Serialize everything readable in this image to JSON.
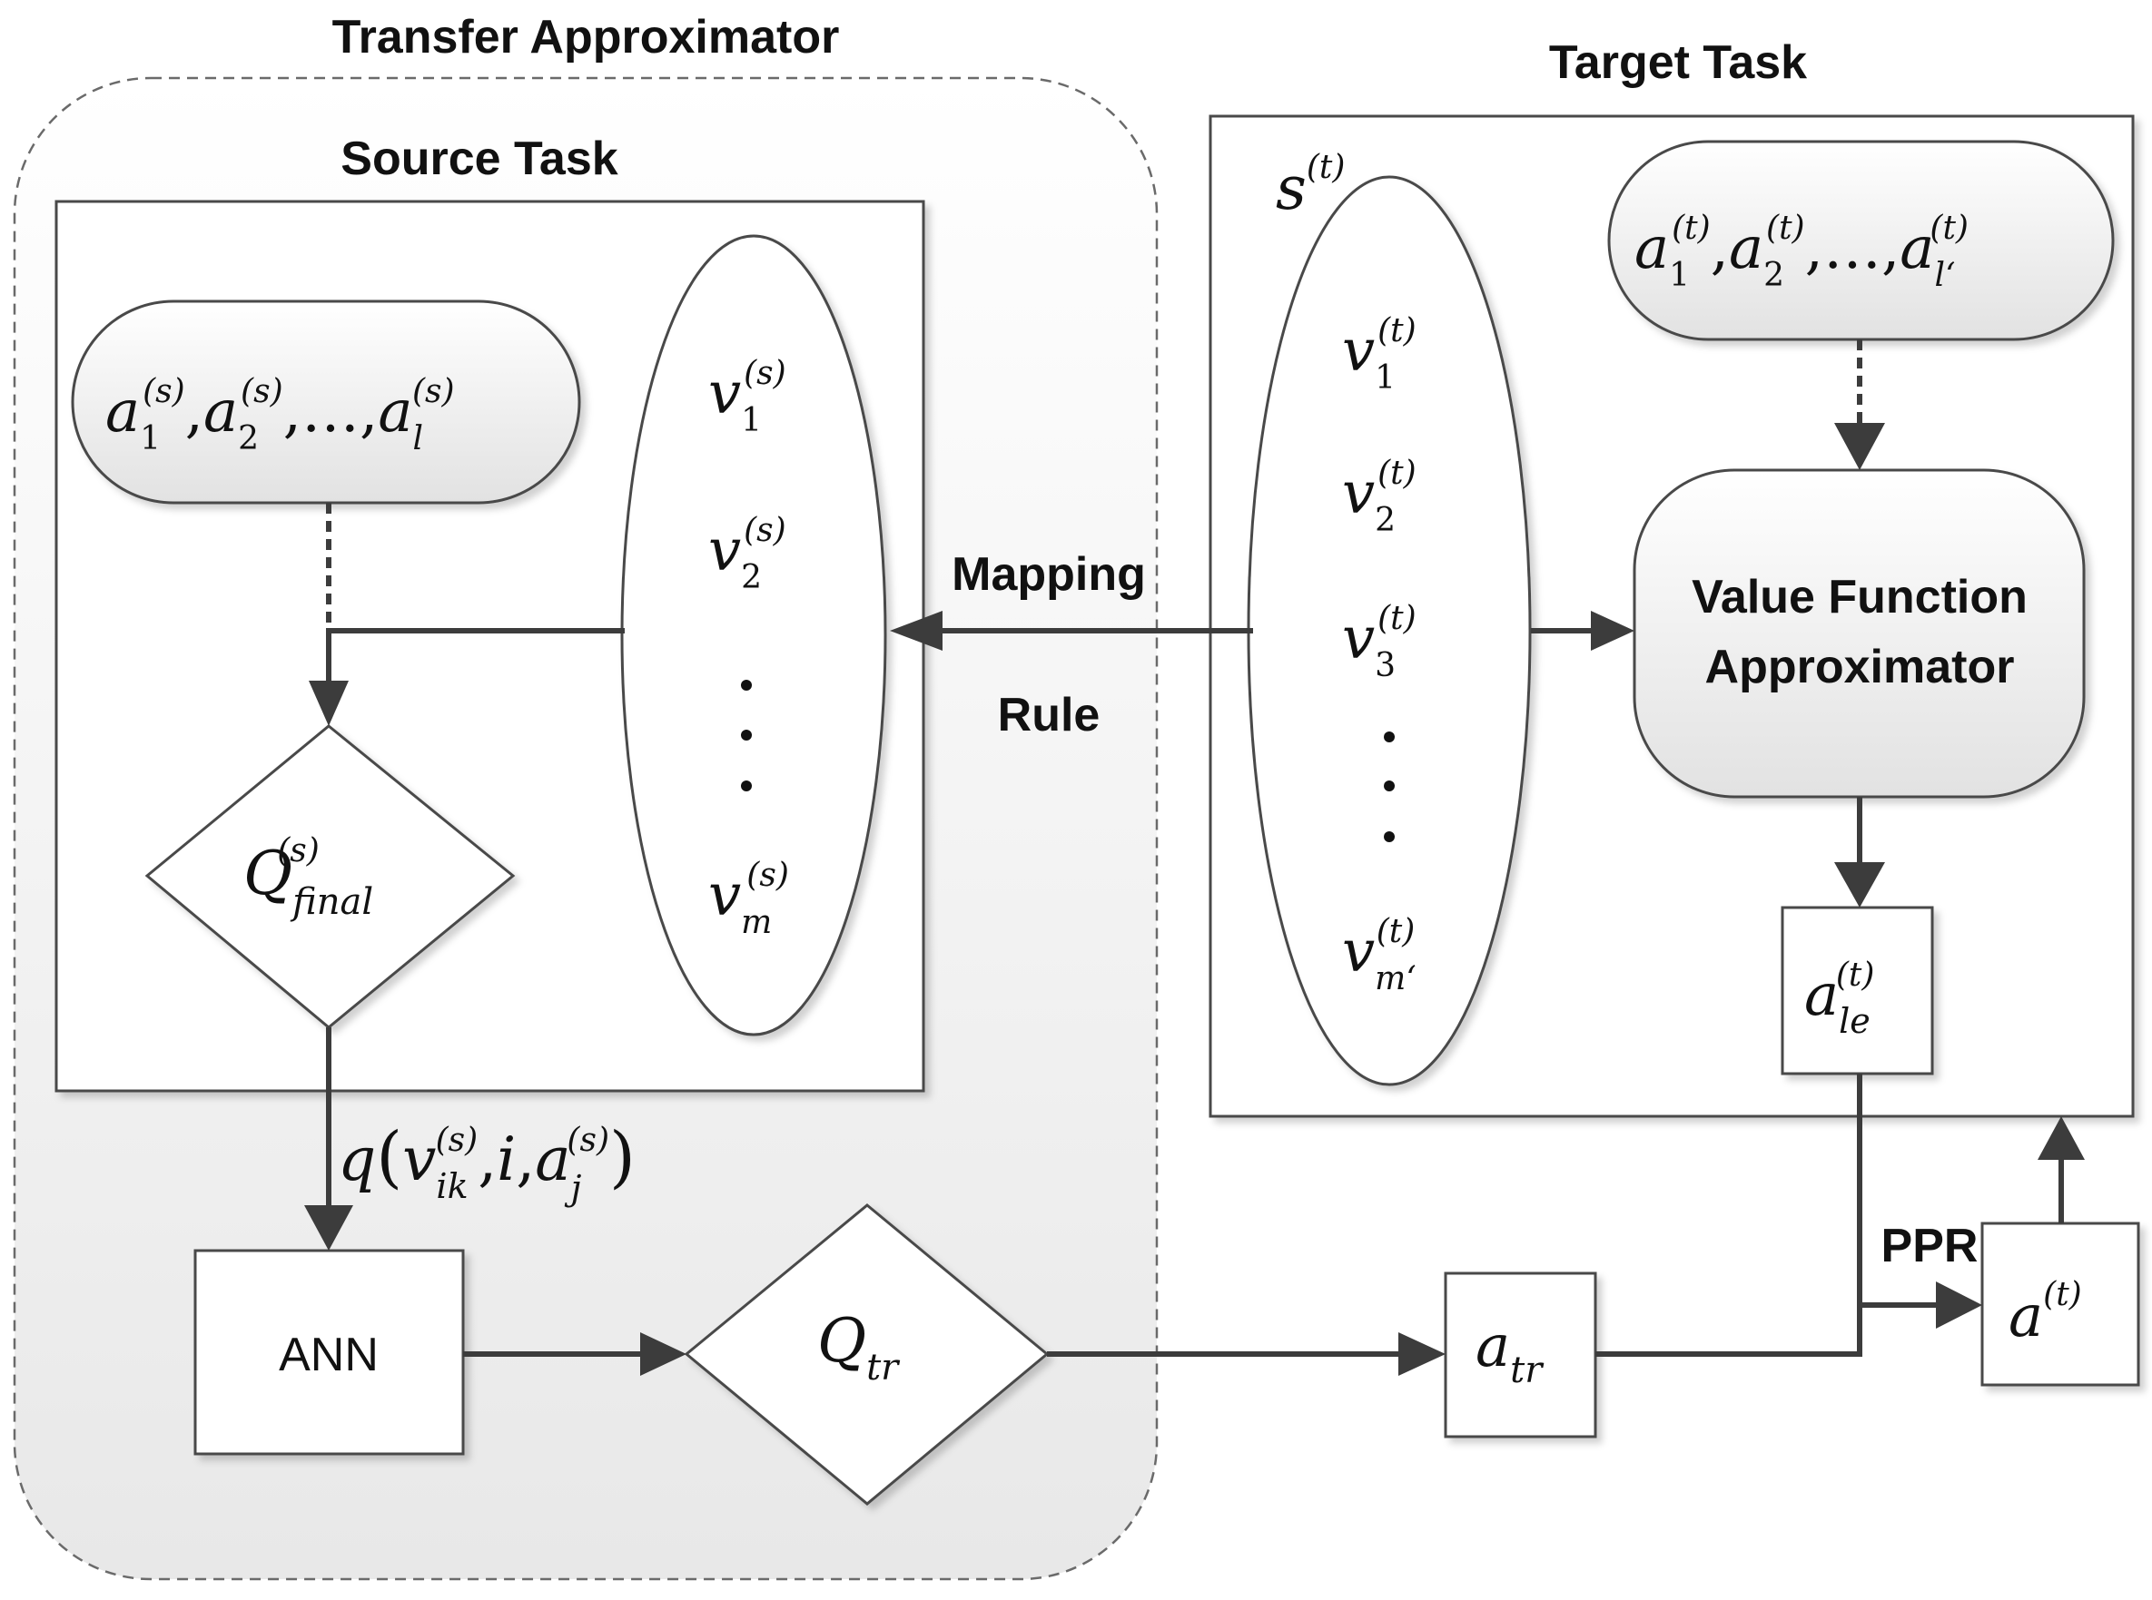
{
  "titles": {
    "transfer_approximator": "Transfer Approximator",
    "target_task": "Target Task",
    "source_task": "Source Task"
  },
  "labels": {
    "mapping": "Mapping",
    "rule": "Rule",
    "value_function_line1": "Value Function",
    "value_function_line2": "Approximator",
    "ann": "ANN",
    "ppr": "PPR"
  },
  "math": {
    "source_actions": {
      "a": "a",
      "s1": "1",
      "s2": "2",
      "sl": "l",
      "sup": "(s)",
      "sep": ",",
      "ellipsis": "…"
    },
    "source_state": {
      "v": "v",
      "sup": "(s)",
      "sub1": "1",
      "sub2": "2",
      "subm": "m"
    },
    "q_final": {
      "Q": "Q",
      "sup": "(s)",
      "sub": "final"
    },
    "q_func": {
      "q": "q",
      "v": "v",
      "sub_ik": "ik",
      "sup": "(s)",
      "i": "i",
      "a": "a",
      "sub_j": "j",
      "open": "(",
      "close": ")",
      "sep": ","
    },
    "q_tr": {
      "Q": "Q",
      "sub": "tr"
    },
    "a_tr": {
      "a": "a",
      "sub": "tr"
    },
    "target_state": {
      "s": "s",
      "sup": "(t)",
      "v": "v",
      "sub1": "1",
      "sub2": "2",
      "sub3": "3",
      "subm": "m‘"
    },
    "target_actions": {
      "a": "a",
      "s1": "1",
      "s2": "2",
      "sl": "l‘",
      "sup": "(t)",
      "sep": ",",
      "ellipsis": "…"
    },
    "a_le": {
      "a": "a",
      "sub": "le",
      "sup": "(t)"
    },
    "a_out": {
      "a": "a",
      "sup": "(t)"
    }
  },
  "colors": {
    "line": "#3c3c3c",
    "border": "#4a4a4a",
    "dashed_border": "#6a6a6a",
    "rounded_fill_top": "#ffffff",
    "rounded_fill_bottom": "#e2e2e2"
  }
}
